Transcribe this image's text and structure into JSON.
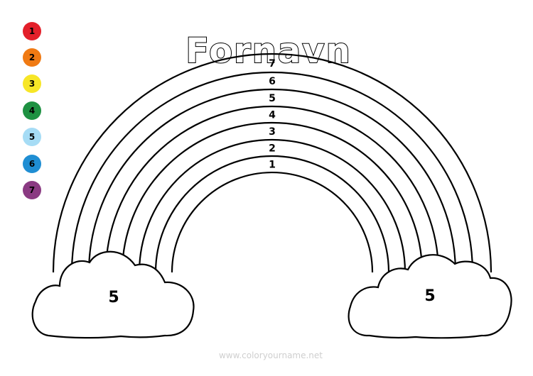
{
  "title": "Fornavn",
  "footer": "www.coloryourname.net",
  "legend": [
    {
      "number": "1",
      "color": "#e3202a"
    },
    {
      "number": "2",
      "color": "#f07a13"
    },
    {
      "number": "3",
      "color": "#f7e627"
    },
    {
      "number": "4",
      "color": "#1e9142"
    },
    {
      "number": "5",
      "color": "#a6dcf5"
    },
    {
      "number": "6",
      "color": "#1f8ed3"
    },
    {
      "number": "7",
      "color": "#8a3a82"
    }
  ],
  "rainbow": {
    "band_numbers": [
      "1",
      "2",
      "3",
      "4",
      "5",
      "6",
      "7"
    ]
  },
  "clouds": {
    "left_number": "5",
    "right_number": "5"
  }
}
